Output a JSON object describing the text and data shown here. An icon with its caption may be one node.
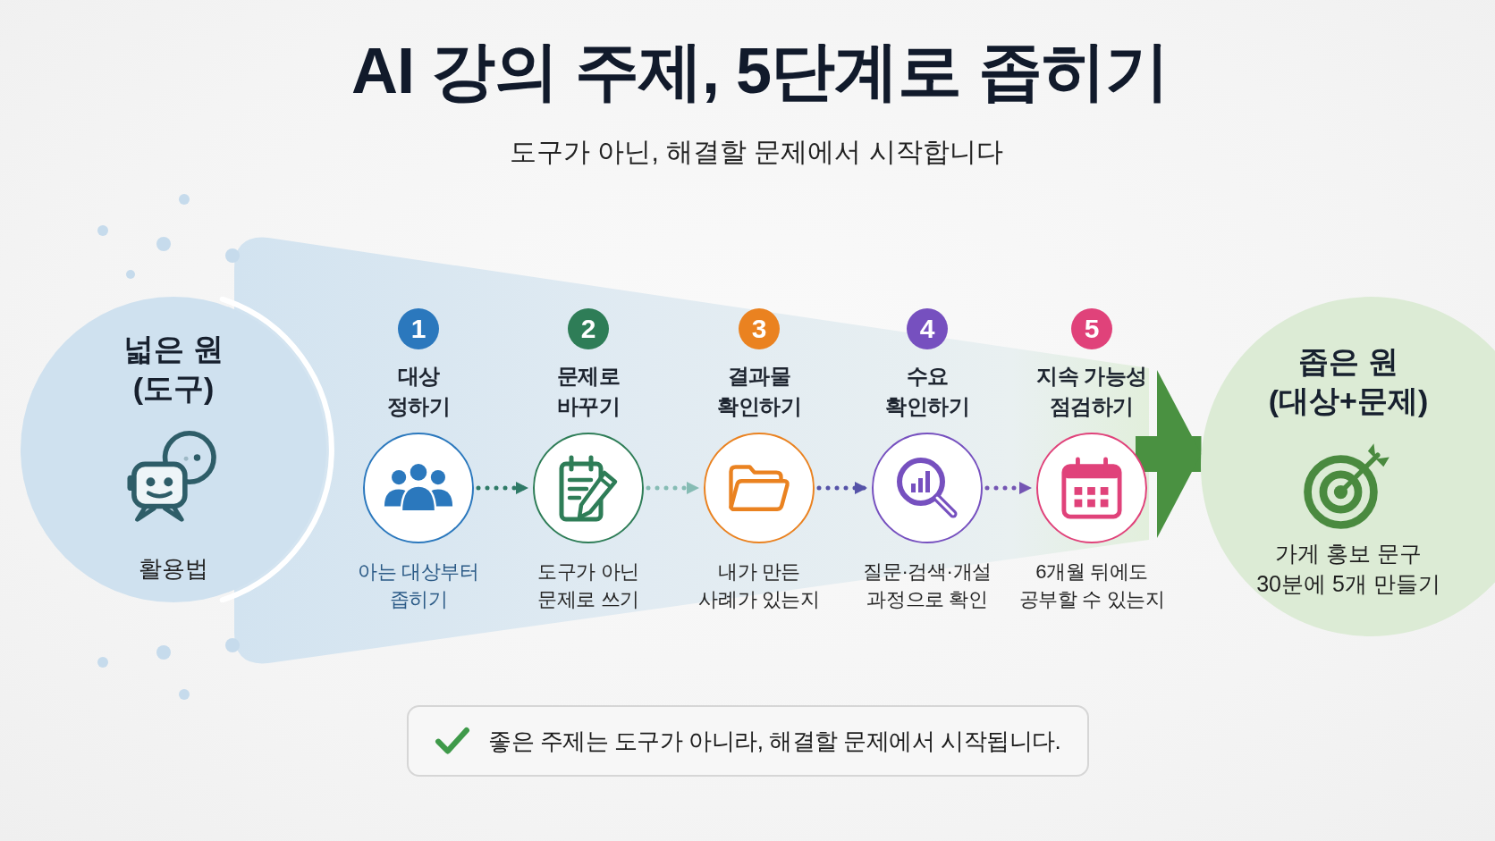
{
  "diagram": {
    "title": "AI 강의 주제, 5단계로 좁히기",
    "nodes": [
      {
        "text": [
          "넓은 원 (도구)",
          "활용법"
        ]
      },
      {
        "text": [
          "1"
        ]
      },
      {
        "text": [
          "대상 정하기"
        ],
        "beside": [
          "아는 대상부터 좁히기"
        ]
      },
      {
        "text": [
          "2"
        ]
      },
      {
        "text": [
          "문제로 바꾸기"
        ],
        "beside": [
          "도구가 아닌 문제로 쓰기"
        ]
      },
      {
        "text": [
          "3"
        ]
      },
      {
        "text": [
          "결과물 확인하기"
        ],
        "beside": [
          "내가 만든 사례가 있는지"
        ]
      },
      {
        "text": [
          "4"
        ]
      },
      {
        "text": [
          "수요 확인하기"
        ],
        "beside": [
          "질문·검색·개설 과정으로 확인"
        ]
      },
      {
        "text": [
          "5"
        ]
      },
      {
        "text": [
          "지속 가능성 점검하기"
        ],
        "beside": [
          "6개월 뒤에도 공부할 수 있는지"
        ]
      },
      {
        "text": [
          "좁은 원 (대상+문제)",
          "가게 홍보 문구 30분에 5개 만들기"
        ]
      },
      {
        "text": [
          "좋은 주제는 도구가 아니라, 해결할 문제에서 시작됩니다."
        ]
      }
    ],
    "edges": [
      {
        "from": 2,
        "to": 4,
        "arrow": "to",
        "style": "dashed",
        "color": "#2f7a67"
      },
      {
        "from": 4,
        "to": 6,
        "arrow": "to",
        "style": "dashed",
        "color": "#86bcb4"
      },
      {
        "from": 6,
        "to": 8,
        "arrow": "to",
        "style": "dashed",
        "color": "#5553a8"
      },
      {
        "from": 8,
        "to": 10,
        "arrow": "to",
        "style": "dashed",
        "color": "#7455b3"
      },
      {
        "from": 10,
        "to": 11,
        "arrow": "to",
        "style": "thick",
        "color": "#4a9141"
      }
    ],
    "labels": [
      "도구가 아닌, 해결할 문제에서 시작합니다"
    ]
  }
}
